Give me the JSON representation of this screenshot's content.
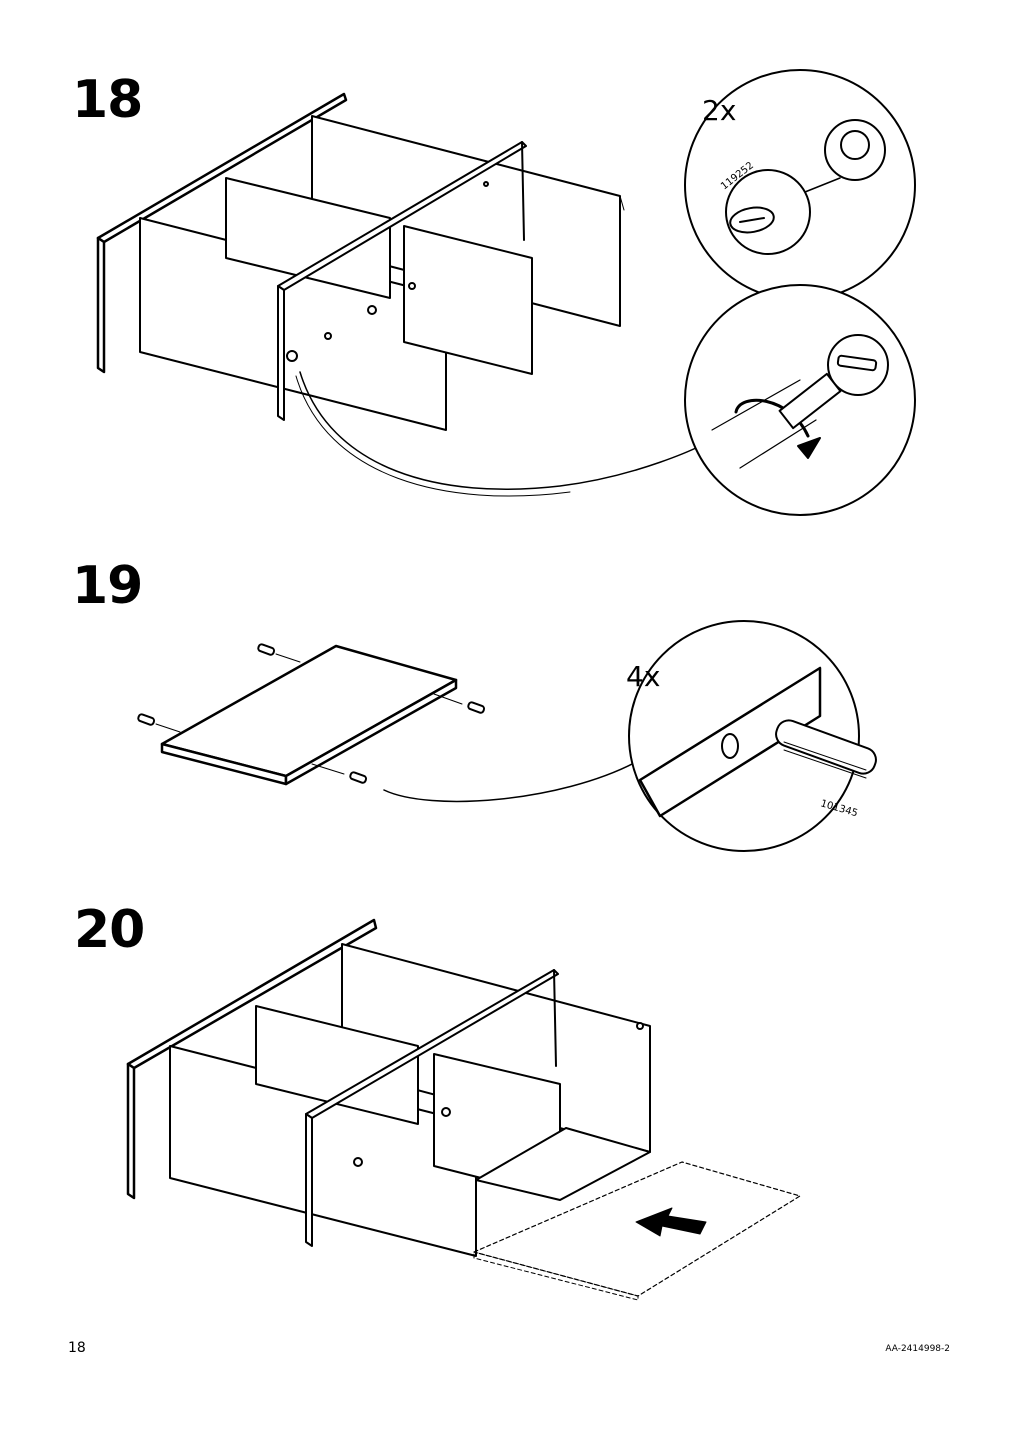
{
  "steps": [
    {
      "number": "18",
      "quantity": "2x",
      "part_number": "119252"
    },
    {
      "number": "19",
      "quantity": "4x",
      "part_number": "101345"
    },
    {
      "number": "20"
    }
  ],
  "footer": {
    "page_number": "18",
    "document_id": "AA-2414998-2"
  }
}
